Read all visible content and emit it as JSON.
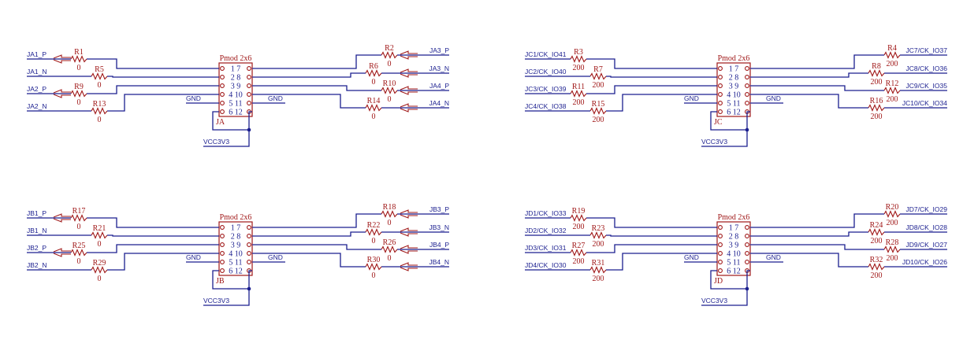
{
  "colors": {
    "wire": "#1b1f8f",
    "component": "#a01818",
    "background": "#ffffff"
  },
  "blocks": [
    {
      "header_title": "Pmod 2x6",
      "designator": "JA",
      "pin_rows": [
        "1   7",
        "2   8",
        "3   9",
        "4 10",
        "5 11",
        "6 12"
      ],
      "gnd_left": "GND",
      "gnd_right": "GND",
      "vcc": "VCC3V3",
      "has_diff_symbol": true,
      "left": [
        {
          "net": "JA1_P",
          "ref": "R1",
          "value": "0"
        },
        {
          "net": "JA1_N",
          "ref": "R5",
          "value": "0"
        },
        {
          "net": "JA2_P",
          "ref": "R9",
          "value": "0"
        },
        {
          "net": "JA2_N",
          "ref": "R13",
          "value": "0"
        }
      ],
      "right": [
        {
          "net": "JA3_P",
          "ref": "R2",
          "value": "0"
        },
        {
          "net": "JA3_N",
          "ref": "R6",
          "value": "0"
        },
        {
          "net": "JA4_P",
          "ref": "R10",
          "value": "0"
        },
        {
          "net": "JA4_N",
          "ref": "R14",
          "value": "0"
        }
      ]
    },
    {
      "header_title": "Pmod 2x6",
      "designator": "JC",
      "pin_rows": [
        "1   7",
        "2   8",
        "3   9",
        "4 10",
        "5 11",
        "6 12"
      ],
      "gnd_left": "GND",
      "gnd_right": "GND",
      "vcc": "VCC3V3",
      "has_diff_symbol": false,
      "left": [
        {
          "net": "JC1/CK_IO41",
          "ref": "R3",
          "value": "200"
        },
        {
          "net": "JC2/CK_IO40",
          "ref": "R7",
          "value": "200"
        },
        {
          "net": "JC3/CK_IO39",
          "ref": "R11",
          "value": "200"
        },
        {
          "net": "JC4/CK_IO38",
          "ref": "R15",
          "value": "200"
        }
      ],
      "right": [
        {
          "net": "JC7/CK_IO37",
          "ref": "R4",
          "value": "200"
        },
        {
          "net": "JC8/CK_IO36",
          "ref": "R8",
          "value": "200"
        },
        {
          "net": "JC9/CK_IO35",
          "ref": "R12",
          "value": "200"
        },
        {
          "net": "JC10/CK_IO34",
          "ref": "R16",
          "value": "200"
        }
      ]
    },
    {
      "header_title": "Pmod 2x6",
      "designator": "JB",
      "pin_rows": [
        "1   7",
        "2   8",
        "3   9",
        "4 10",
        "5 11",
        "6 12"
      ],
      "gnd_left": "GND",
      "gnd_right": "GND",
      "vcc": "VCC3V3",
      "has_diff_symbol": true,
      "left": [
        {
          "net": "JB1_P",
          "ref": "R17",
          "value": "0"
        },
        {
          "net": "JB1_N",
          "ref": "R21",
          "value": "0"
        },
        {
          "net": "JB2_P",
          "ref": "R25",
          "value": "0"
        },
        {
          "net": "JB2_N",
          "ref": "R29",
          "value": "0"
        }
      ],
      "right": [
        {
          "net": "JB3_P",
          "ref": "R18",
          "value": "0"
        },
        {
          "net": "JB3_N",
          "ref": "R22",
          "value": "0"
        },
        {
          "net": "JB4_P",
          "ref": "R26",
          "value": "0"
        },
        {
          "net": "JB4_N",
          "ref": "R30",
          "value": "0"
        }
      ]
    },
    {
      "header_title": "Pmod 2x6",
      "designator": "JD",
      "pin_rows": [
        "1   7",
        "2   8",
        "3   9",
        "4 10",
        "5 11",
        "6 12"
      ],
      "gnd_left": "GND",
      "gnd_right": "GND",
      "vcc": "VCC3V3",
      "has_diff_symbol": false,
      "left": [
        {
          "net": "JD1/CK_IO33",
          "ref": "R19",
          "value": "200"
        },
        {
          "net": "JD2/CK_IO32",
          "ref": "R23",
          "value": "200"
        },
        {
          "net": "JD3/CK_IO31",
          "ref": "R27",
          "value": "200"
        },
        {
          "net": "JD4/CK_IO30",
          "ref": "R31",
          "value": "200"
        }
      ],
      "right": [
        {
          "net": "JD7/CK_IO29",
          "ref": "R20",
          "value": "200"
        },
        {
          "net": "JD8/CK_IO28",
          "ref": "R24",
          "value": "200"
        },
        {
          "net": "JD9/CK_IO27",
          "ref": "R28",
          "value": "200"
        },
        {
          "net": "JD10/CK_IO26",
          "ref": "R32",
          "value": "200"
        }
      ]
    }
  ]
}
